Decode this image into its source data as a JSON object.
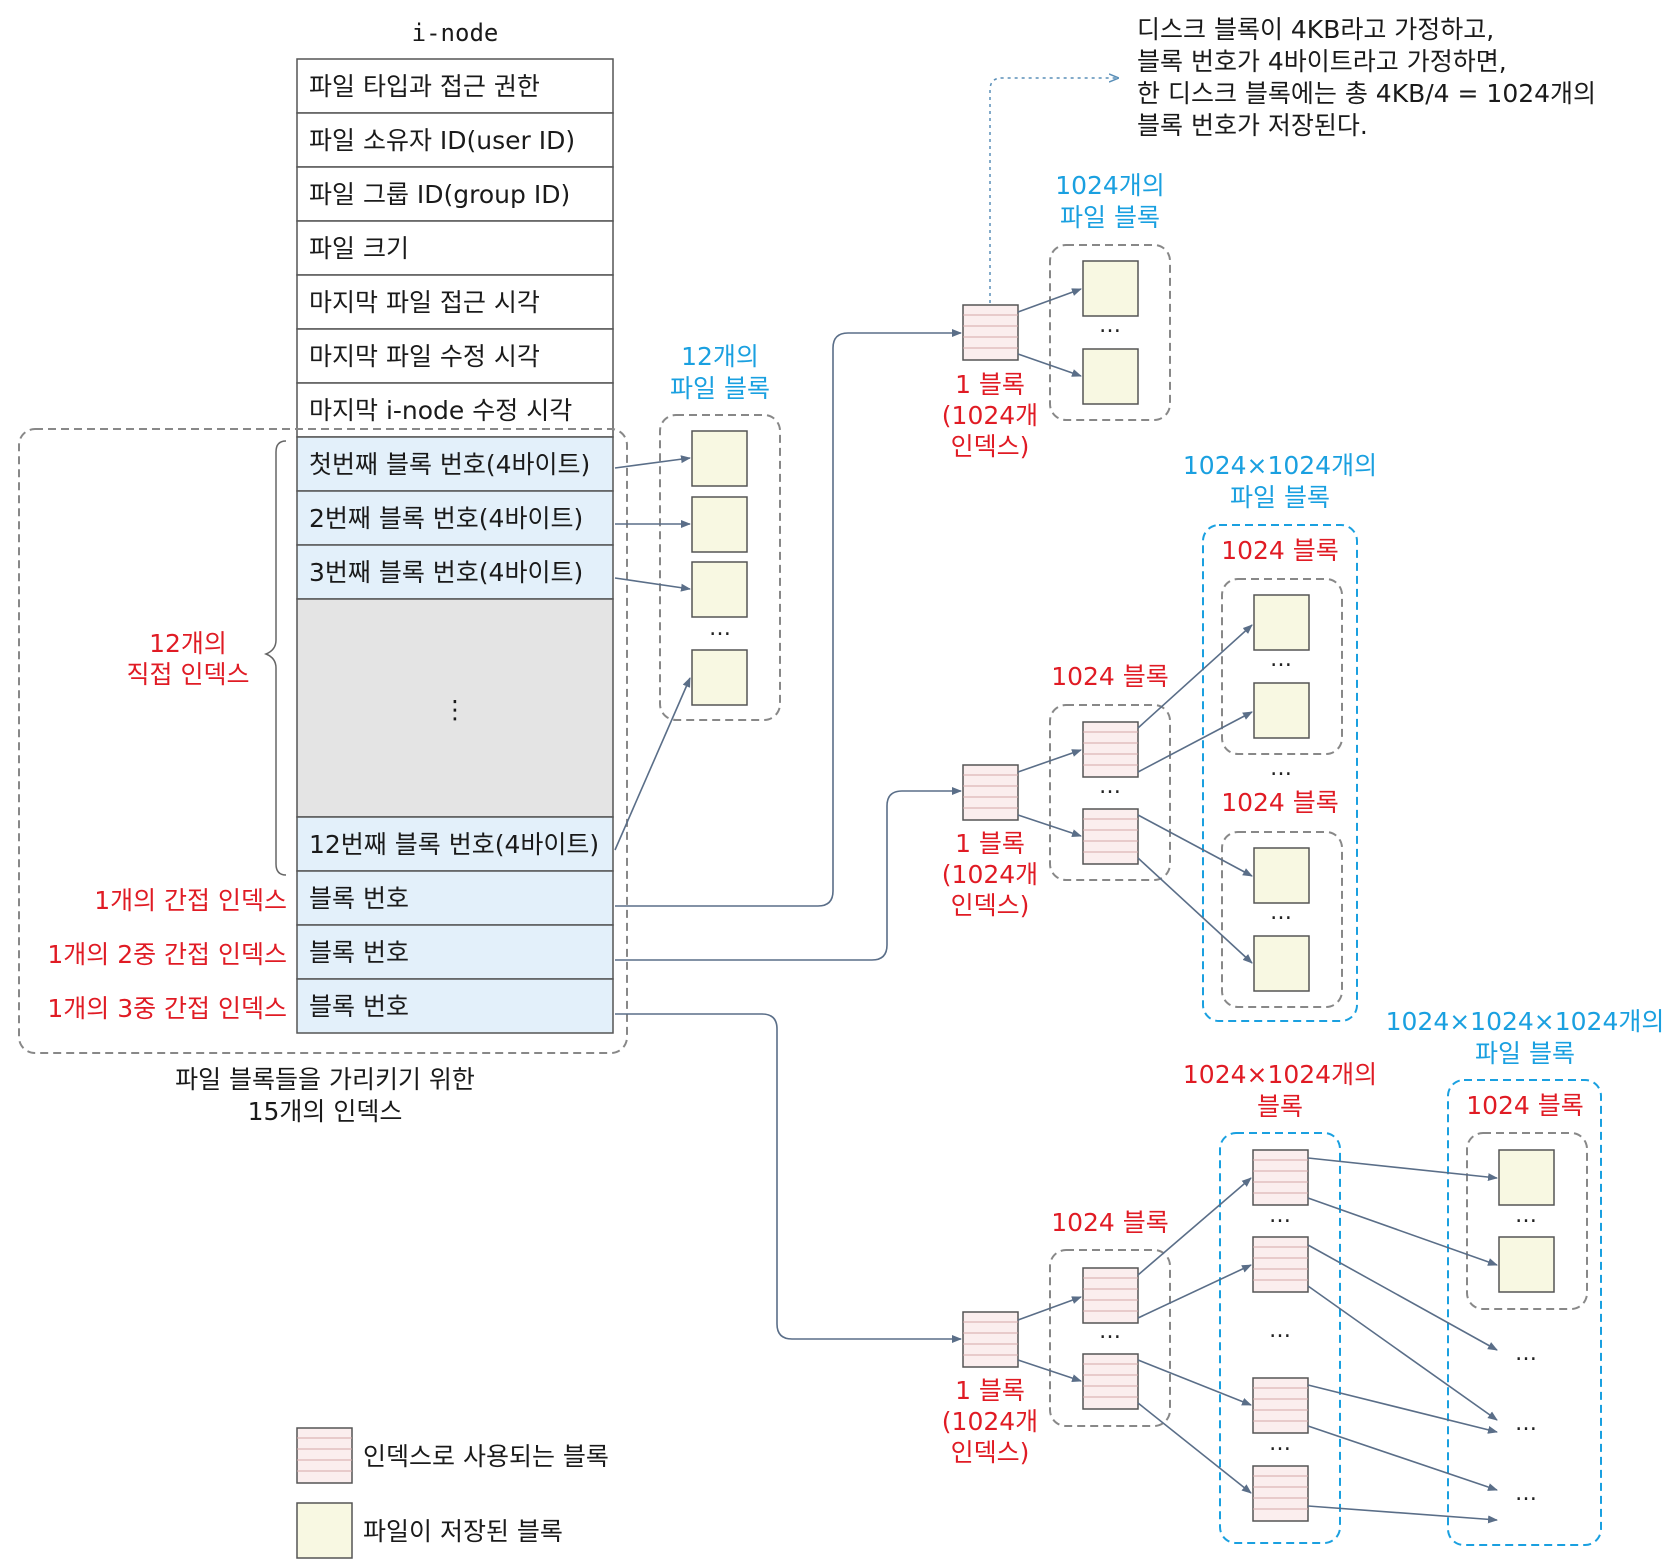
{
  "inode": {
    "title": "i-node",
    "fields": [
      "파일 타입과 접근 권한",
      "파일 소유자 ID(user ID)",
      "파일 그룹 ID(group ID)",
      "파일 크기",
      "마지막 파일 접근 시각",
      "마지막 파일 수정 시각",
      "마지막 i-node 수정 시각"
    ],
    "direct": [
      "첫번째 블록 번호(4바이트)",
      "2번째 블록 번호(4바이트)",
      "3번째 블록 번호(4바이트)",
      "⋮",
      "12번째 블록 번호(4바이트)"
    ],
    "indirect": [
      "블록 번호",
      "블록 번호",
      "블록 번호"
    ]
  },
  "labels": {
    "direct_index": [
      "12개의",
      "직접 인덱스"
    ],
    "single_indirect": "1개의 간접 인덱스",
    "double_indirect": "1개의 2중 간접 인덱스",
    "triple_indirect": "1개의 3중 간접 인덱스",
    "fifteen_index": [
      "파일 블록들을 가리키기 위한",
      "15개의 인덱스"
    ],
    "direct_blocks": [
      "12개의",
      "파일 블록"
    ],
    "single_blocks": [
      "1024개의",
      "파일 블록"
    ],
    "double_blocks": [
      "1024×1024개의",
      "파일 블록"
    ],
    "triple_blocks": [
      "1024×1024×1024개의",
      "파일 블록"
    ],
    "one_block": [
      "1 블록",
      "(1024개",
      "인덱스)"
    ],
    "block_1024": "1024 블록",
    "block_1024x1024": [
      "1024×1024개의",
      "블록"
    ],
    "ellipsis": "…",
    "note": [
      "디스크 블록이 4KB라고 가정하고,",
      "블록 번호가 4바이트라고 가정하면,",
      "한 디스크 블록에는 총 4KB/4 = 1024개의",
      "블록 번호가 저장된다."
    ]
  },
  "legend": {
    "index_block": "인덱스로 사용되는 블록",
    "file_block": "파일이 저장된 블록"
  },
  "colors": {
    "red": "#e01b24",
    "blue": "#1aa0e0",
    "index_fill": "#fbeeee",
    "index_line": "#d4a8a8",
    "file_fill": "#f8f8e2",
    "indirect_cell": "#e3f0fa",
    "gray_cell": "#e4e4e4",
    "arrow": "#5a6e88"
  }
}
